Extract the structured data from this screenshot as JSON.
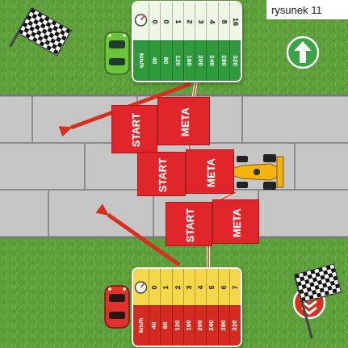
{
  "diagram": {
    "nodes": [
      {
        "text": [
          "km/h",
          "40",
          "80",
          "120",
          "160",
          "200",
          "240",
          "280",
          "320",
          "0",
          "0",
          "1",
          "2",
          "3",
          "4",
          "8",
          "16"
        ]
      },
      {
        "text": [
          "START"
        ]
      },
      {
        "text": [
          "META"
        ]
      },
      {
        "text": [
          "START"
        ]
      },
      {
        "text": [
          "META"
        ]
      },
      {
        "text": [
          "START"
        ]
      },
      {
        "text": [
          "META"
        ]
      },
      {
        "text": [
          "km/h",
          "40",
          "80",
          "120",
          "160",
          "200",
          "240",
          "280",
          "320",
          "0",
          "1",
          "2",
          "3",
          "4",
          "5",
          "6",
          "7"
        ]
      }
    ],
    "labels": [
      "rysunek 11"
    ]
  }
}
